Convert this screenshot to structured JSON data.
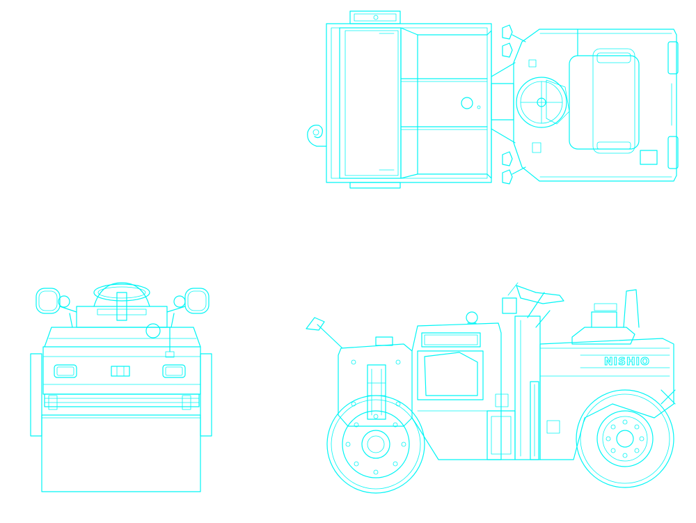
{
  "drawing": {
    "line_color": "#00F5F5",
    "background": "#FFFFFF"
  },
  "views": [
    {
      "name": "top-view"
    },
    {
      "name": "front-view"
    },
    {
      "name": "side-view"
    }
  ],
  "labels": {
    "brand": "NISHIO"
  }
}
